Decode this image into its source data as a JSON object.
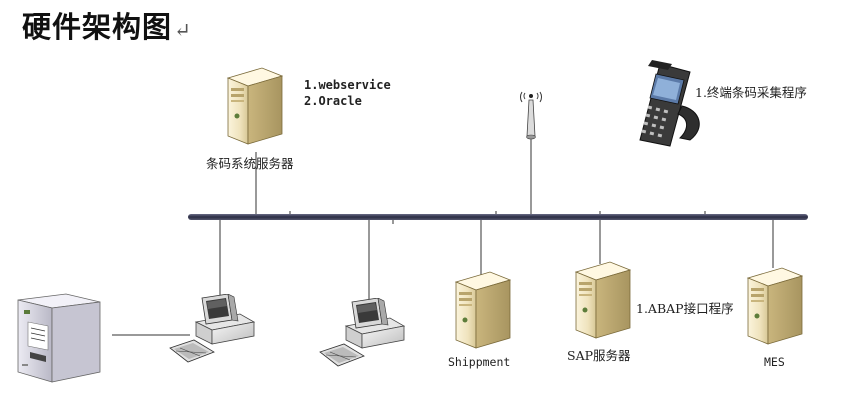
{
  "title": "硬件架构图",
  "title_mark": "↵",
  "nodes": {
    "barcode_server": {
      "label": "条码系统服务器",
      "notes": [
        "1.webservice",
        "2.Oracle"
      ]
    },
    "antenna": {
      "label": ""
    },
    "scanner": {
      "label": "1.终端条码采集程序"
    },
    "label_printer": {
      "label": ""
    },
    "pc1": {
      "label": ""
    },
    "pc2": {
      "label": ""
    },
    "shipment": {
      "label": "Shippment"
    },
    "sap": {
      "label": "SAP服务器",
      "note": "1.ABAP接口程序"
    },
    "mes": {
      "label": "MES"
    }
  },
  "colors": {
    "bus": "#2b2d44",
    "line": "#333333",
    "server_body": "#f2e8c6",
    "server_edge": "#6b5a2c"
  }
}
